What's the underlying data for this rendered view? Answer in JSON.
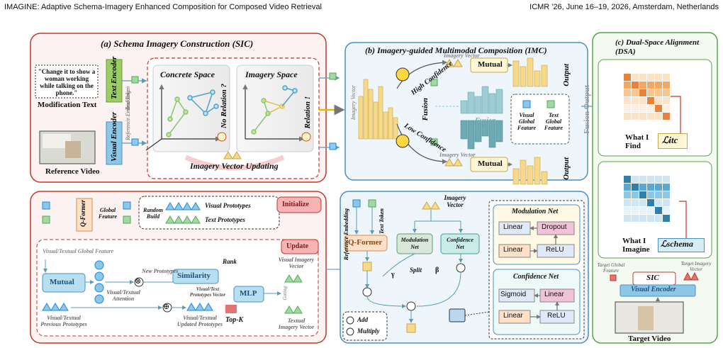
{
  "header": {
    "left": "IMAGINE: Adaptive Schema-Imagery Enhanced Composition for Composed Video Retrieval",
    "right": "ICMR '26, June 16–19, 2026, Amsterdam, Netherlands"
  },
  "sic": {
    "title": "(a) Schema Imagery Construction (SIC)",
    "quote": "\"Change it to show a woman working while talking on the phone.\"",
    "modification_text": "Modification Text",
    "reference_video": "Reference Video",
    "text_encoder": "Text Encoder",
    "visual_encoder": "Visual Encoder",
    "text_token": "Text Token",
    "reference_embedding": "Reference Embedding",
    "concrete_space": "Concrete Space",
    "imagery_space": "Imagery Space",
    "no_relation": "No Relation ?",
    "relation": "Relation !",
    "imagery_vector_updating": "Imagery Vector Updating"
  },
  "sic_detail": {
    "q_former": "Q-Former",
    "global_feature": "Global Feature",
    "random_build": "Random Build",
    "visual_prototypes": "Visual Prototypes",
    "text_prototypes": "Text Prototypes",
    "initialize": "Initialize",
    "update": "Update",
    "vt_global_feature": "Visual/Textual Global Feature",
    "mutual": "Mutual",
    "new_prototypes": "New Prototypes",
    "similarity": "Similarity",
    "rank": "Rank",
    "vt_prototypes_vector": "Visual/Text Prototypes Vector",
    "mlp": "MLP",
    "visual_imagery_vector": "Visual Imagery Vector",
    "textual_imagery_vector": "Textual Imagery Vector",
    "vt_attention": "Visual/Textual Attention",
    "gating": "Gating",
    "top_k": "Top-K",
    "vt_previous_prototypes": "Visual/Textual Previous Prototypes",
    "vt_updated_prototypes": "Visual/Textual Updated Prototypes"
  },
  "imc": {
    "title": "(b) Imagery-guided Multimodal Composition (IMC)",
    "imagery_vector": "Imagery Vector",
    "high_confidence": "High Confidence",
    "low_confidence": "Low Confidence",
    "mutual": "Mutual",
    "output": "Output",
    "fusion": "Fusion",
    "fusion_feature": "Fusion Feature",
    "visual_global_feature": "Visual Global Feature",
    "text_global_feature": "Text Global Feature",
    "fusion_output": "Fusion Output"
  },
  "imc_detail": {
    "imagery_vector": "Imagery Vector",
    "reference_embedding": "Reference Embedding",
    "text_token": "Text Token",
    "q_former": "Q-Former",
    "modulation_net": "Modulation Net",
    "confidence_net": "Confidence Net",
    "gamma": "γ",
    "split": "Split",
    "beta": "β",
    "add": "Add",
    "multiply": "Multiply",
    "mod_panel": {
      "title": "Modulation Net",
      "a": "Linear",
      "b": "Dropout",
      "c": "Linear",
      "d": "ReLU"
    },
    "conf_panel": {
      "title": "Confidence Net",
      "a": "Sigmoid",
      "b": "Linear",
      "c": "Linear",
      "d": "ReLU"
    }
  },
  "dsa": {
    "title": "(c) Dual-Space Alignment (DSA)",
    "what_i_find": "What I Find",
    "l_itc": "ℒitc",
    "what_i_imagine": "What I Imagine",
    "l_schema": "ℒschema",
    "target_global_feature": "Target Global Feature",
    "sic": "SIC",
    "target_imagery_vector": "Target Imagery Vector",
    "visual_encoder": "Visual Encoder",
    "target_video": "Target Video"
  },
  "colors": {
    "red_panel": "#c0392b",
    "blue_panel": "#4a90c8",
    "green_panel": "#5aa34a",
    "bar_yellow": "#f7d98a",
    "teal_bar": "#6fa9b3",
    "matrix_orange": "#e9823a",
    "matrix_blue": "#2f7fa8"
  }
}
